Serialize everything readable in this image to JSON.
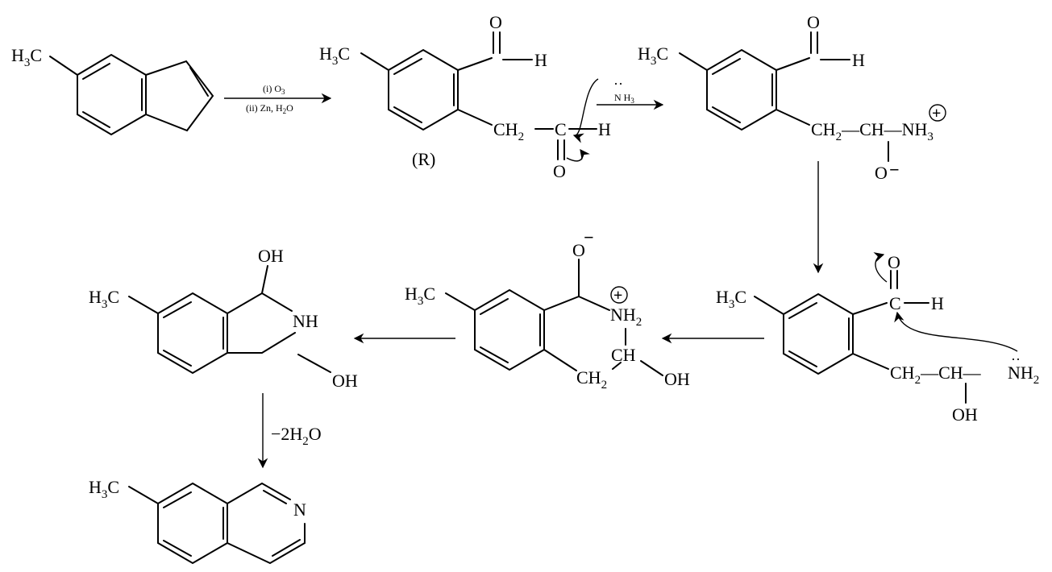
{
  "scheme": {
    "s1": {
      "ch3": "H",
      "ch3_sub": "3",
      "ch3_tail": "C"
    },
    "step1": {
      "reagent1": "(i) O",
      "reagent1_sub": "3",
      "reagent2": "(ii) Zn, H",
      "reagent2_sub": "2",
      "reagent2_tail": "O"
    },
    "s2": {
      "ch3": "H",
      "ch3_sub": "3",
      "ch3_tail": "C",
      "aldehyde_o": "O",
      "aldehyde_h": "H",
      "ch2": "CH",
      "ch2_sub": "2",
      "carbonyl_c": "C",
      "carbonyl_h": "H",
      "carbonyl_o": "O",
      "label": "(R)"
    },
    "step2": {
      "lone_pair": "··",
      "reagent": "N H",
      "reagent_sub": "3"
    },
    "s3": {
      "ch3": "H",
      "ch3_sub": "3",
      "ch3_tail": "C",
      "aldehyde_o": "O",
      "aldehyde_h": "H",
      "chain": "CH",
      "chain_sub": "2",
      "chain_tail": "—CH—NH",
      "nh3_sub": "3",
      "charge_plus": "+",
      "o_minus": "O",
      "minus": "−"
    },
    "s4": {
      "ch3": "H",
      "ch3_sub": "3",
      "ch3_tail": "C",
      "aldehyde_o": "O",
      "aldehyde_c": "C",
      "aldehyde_h": "H",
      "chain": "CH",
      "chain_sub": "2",
      "chain_tail": "—CH—",
      "nh2": "NH",
      "nh2_sub": "2",
      "lone_pair": "··",
      "oh": "OH"
    },
    "s5": {
      "ch3": "H",
      "ch3_sub": "3",
      "ch3_tail": "C",
      "o_minus": "O",
      "minus": "−",
      "nh2": "NH",
      "nh2_sub": "2",
      "charge_plus": "+",
      "ch": "CH",
      "ch2": "CH",
      "ch2_sub": "2",
      "oh": "OH"
    },
    "s6": {
      "ch3": "H",
      "ch3_sub": "3",
      "ch3_tail": "C",
      "oh_top": "OH",
      "nh": "NH",
      "oh_bottom": "OH"
    },
    "step_final": {
      "label": "−2H",
      "label_sub": "2",
      "label_tail": "O"
    },
    "s7": {
      "ch3": "H",
      "ch3_sub": "3",
      "ch3_tail": "C",
      "n": "N"
    }
  }
}
